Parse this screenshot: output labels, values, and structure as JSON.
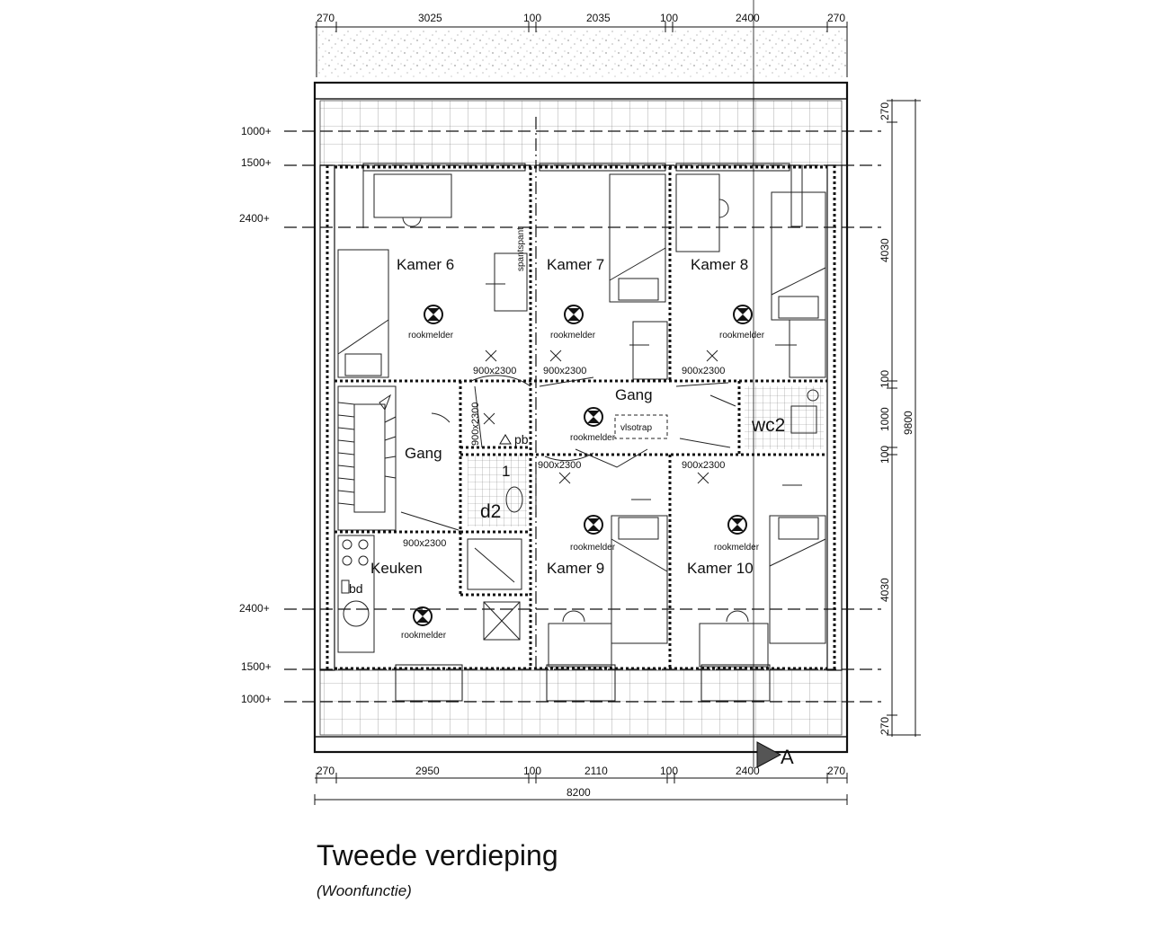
{
  "rooms": {
    "kamer6": "Kamer 6",
    "kamer7": "Kamer 7",
    "kamer8": "Kamer 8",
    "kamer9": "Kamer 9",
    "kamer10": "Kamer 10",
    "gang_upper": "Gang",
    "gang_left": "Gang",
    "keuken": "Keuken",
    "wc2": "wc2",
    "d2": "d2",
    "one": "1",
    "pb": "pb",
    "bd": "bd"
  },
  "annotations": {
    "rookmelder": "rookmelder",
    "spantspant": "spantspant",
    "vlsotrap": "vlsotrap",
    "door": "900x2300",
    "section_marker": "A"
  },
  "dimensions": {
    "top": [
      "270",
      "3025",
      "100",
      "2035",
      "100",
      "2400",
      "270"
    ],
    "bottom": [
      "270",
      "2950",
      "100",
      "2110",
      "100",
      "2400",
      "270"
    ],
    "total_width": "8200",
    "right_top": [
      "270",
      "4030",
      "100",
      "1000",
      "100",
      "4030",
      "270"
    ],
    "right_total": "9800",
    "left_heights_top": [
      "1000+",
      "1500+",
      "2400+"
    ],
    "left_heights_bottom": [
      "2400+",
      "1500+",
      "1000+"
    ]
  },
  "caption": {
    "title": "Tweede verdieping",
    "subtitle": "(Woonfunctie)"
  }
}
